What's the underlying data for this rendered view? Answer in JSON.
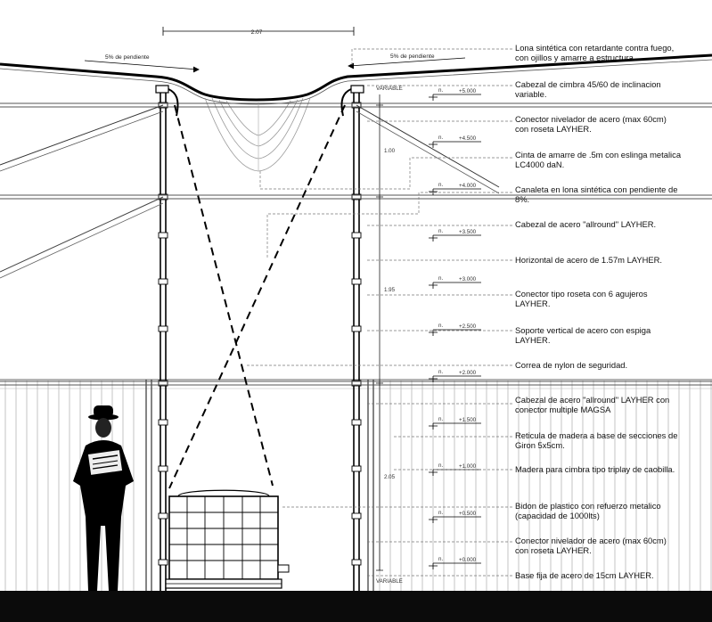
{
  "dimensions": {
    "top_width": "2.07",
    "variable_top": "VARIABLE",
    "variable_bottom": "VARIABLE",
    "gap_1": "1.00",
    "gap_2": "1.95",
    "gap_3": "2.05"
  },
  "slopes": {
    "left": "5% de pendiente",
    "right": "5% de pendiente"
  },
  "levels": [
    "+5.000",
    "+4.500",
    "+4.000",
    "+3.500",
    "+3.000",
    "+2.500",
    "+2.000",
    "+1.500",
    "+1.000",
    "+0.500",
    "+0.000"
  ],
  "level_marker": "n.",
  "notes": [
    {
      "line1": "Lona sintética con retardante contra fuego,",
      "line2": "con ojillos y amarre a estructura."
    },
    {
      "line1": "Cabezal de cimbra 45/60 de inclinacion",
      "line2": "variable."
    },
    {
      "line1": "Conector nivelador de acero (max 60cm)",
      "line2": "con roseta LAYHER."
    },
    {
      "line1": "Cinta de amarre de .5m con eslinga metalica",
      "line2": "LC4000 daN."
    },
    {
      "line1": "Canaleta en lona sintética  con pendiente de",
      "line2": "8%."
    },
    {
      "line1": "Cabezal de acero \"allround\" LAYHER.",
      "line2": ""
    },
    {
      "line1": "Horizontal de acero de 1.57m LAYHER.",
      "line2": ""
    },
    {
      "line1": "Conector tipo roseta con 6 agujeros",
      "line2": "LAYHER."
    },
    {
      "line1": "Soporte vertical de acero con espiga",
      "line2": "LAYHER."
    },
    {
      "line1": "Correa de nylon de seguridad.",
      "line2": ""
    },
    {
      "line1": "Cabezal de acero \"allround\" LAYHER con",
      "line2": "conector multiple MAGSA"
    },
    {
      "line1": "Reticula de madera a base de secciones de",
      "line2": "Giron 5x5cm."
    },
    {
      "line1": "Madera para cimbra tipo triplay de caobilla.",
      "line2": ""
    },
    {
      "line1": "Bidon de plastico con refuerzo metalico",
      "line2": "(capacidad de 1000lts)"
    },
    {
      "line1": "Conector nivelador de acero (max 60cm)",
      "line2": "con roseta LAYHER."
    },
    {
      "line1": "Base fija de acero de 15cm LAYHER.",
      "line2": ""
    }
  ]
}
